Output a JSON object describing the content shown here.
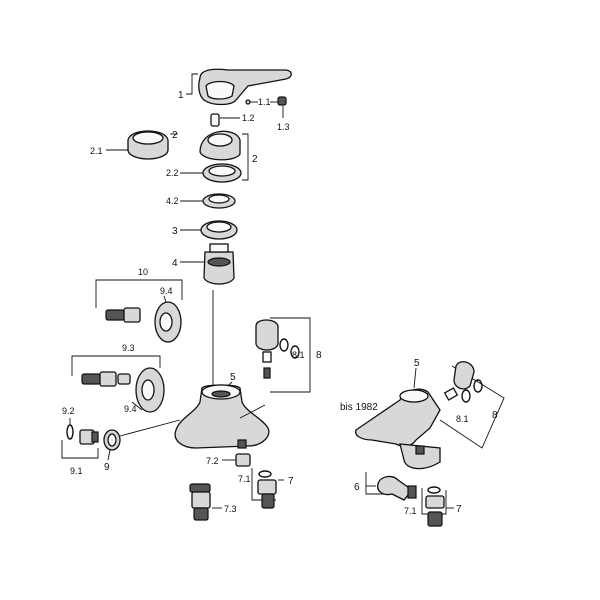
{
  "labels": {
    "l1": "1",
    "l1_1": "1.1",
    "l1_2": "1.2",
    "l1_3": "1.3",
    "l2a": "2",
    "l2b": "2",
    "l2_1": "2.1",
    "l2_2": "2.2",
    "l4_2": "4.2",
    "l3": "3",
    "l4": "4",
    "l10": "10",
    "l9_4a": "9.4",
    "l9_3": "9.3",
    "l9_4b": "9.4",
    "l5a": "5",
    "l8_1a": "8.1",
    "l8a": "8",
    "l9_2": "9.2",
    "l9_1": "9.1",
    "l9": "9",
    "l7_2": "7.2",
    "l7_1a": "7.1",
    "l7a": "7",
    "l7_3": "7.3",
    "l5b": "5",
    "bis": "bis 1982",
    "l8_1b": "8.1",
    "l8b": "8",
    "l6": "6",
    "l7_1b": "7.1",
    "l7b": "7"
  }
}
